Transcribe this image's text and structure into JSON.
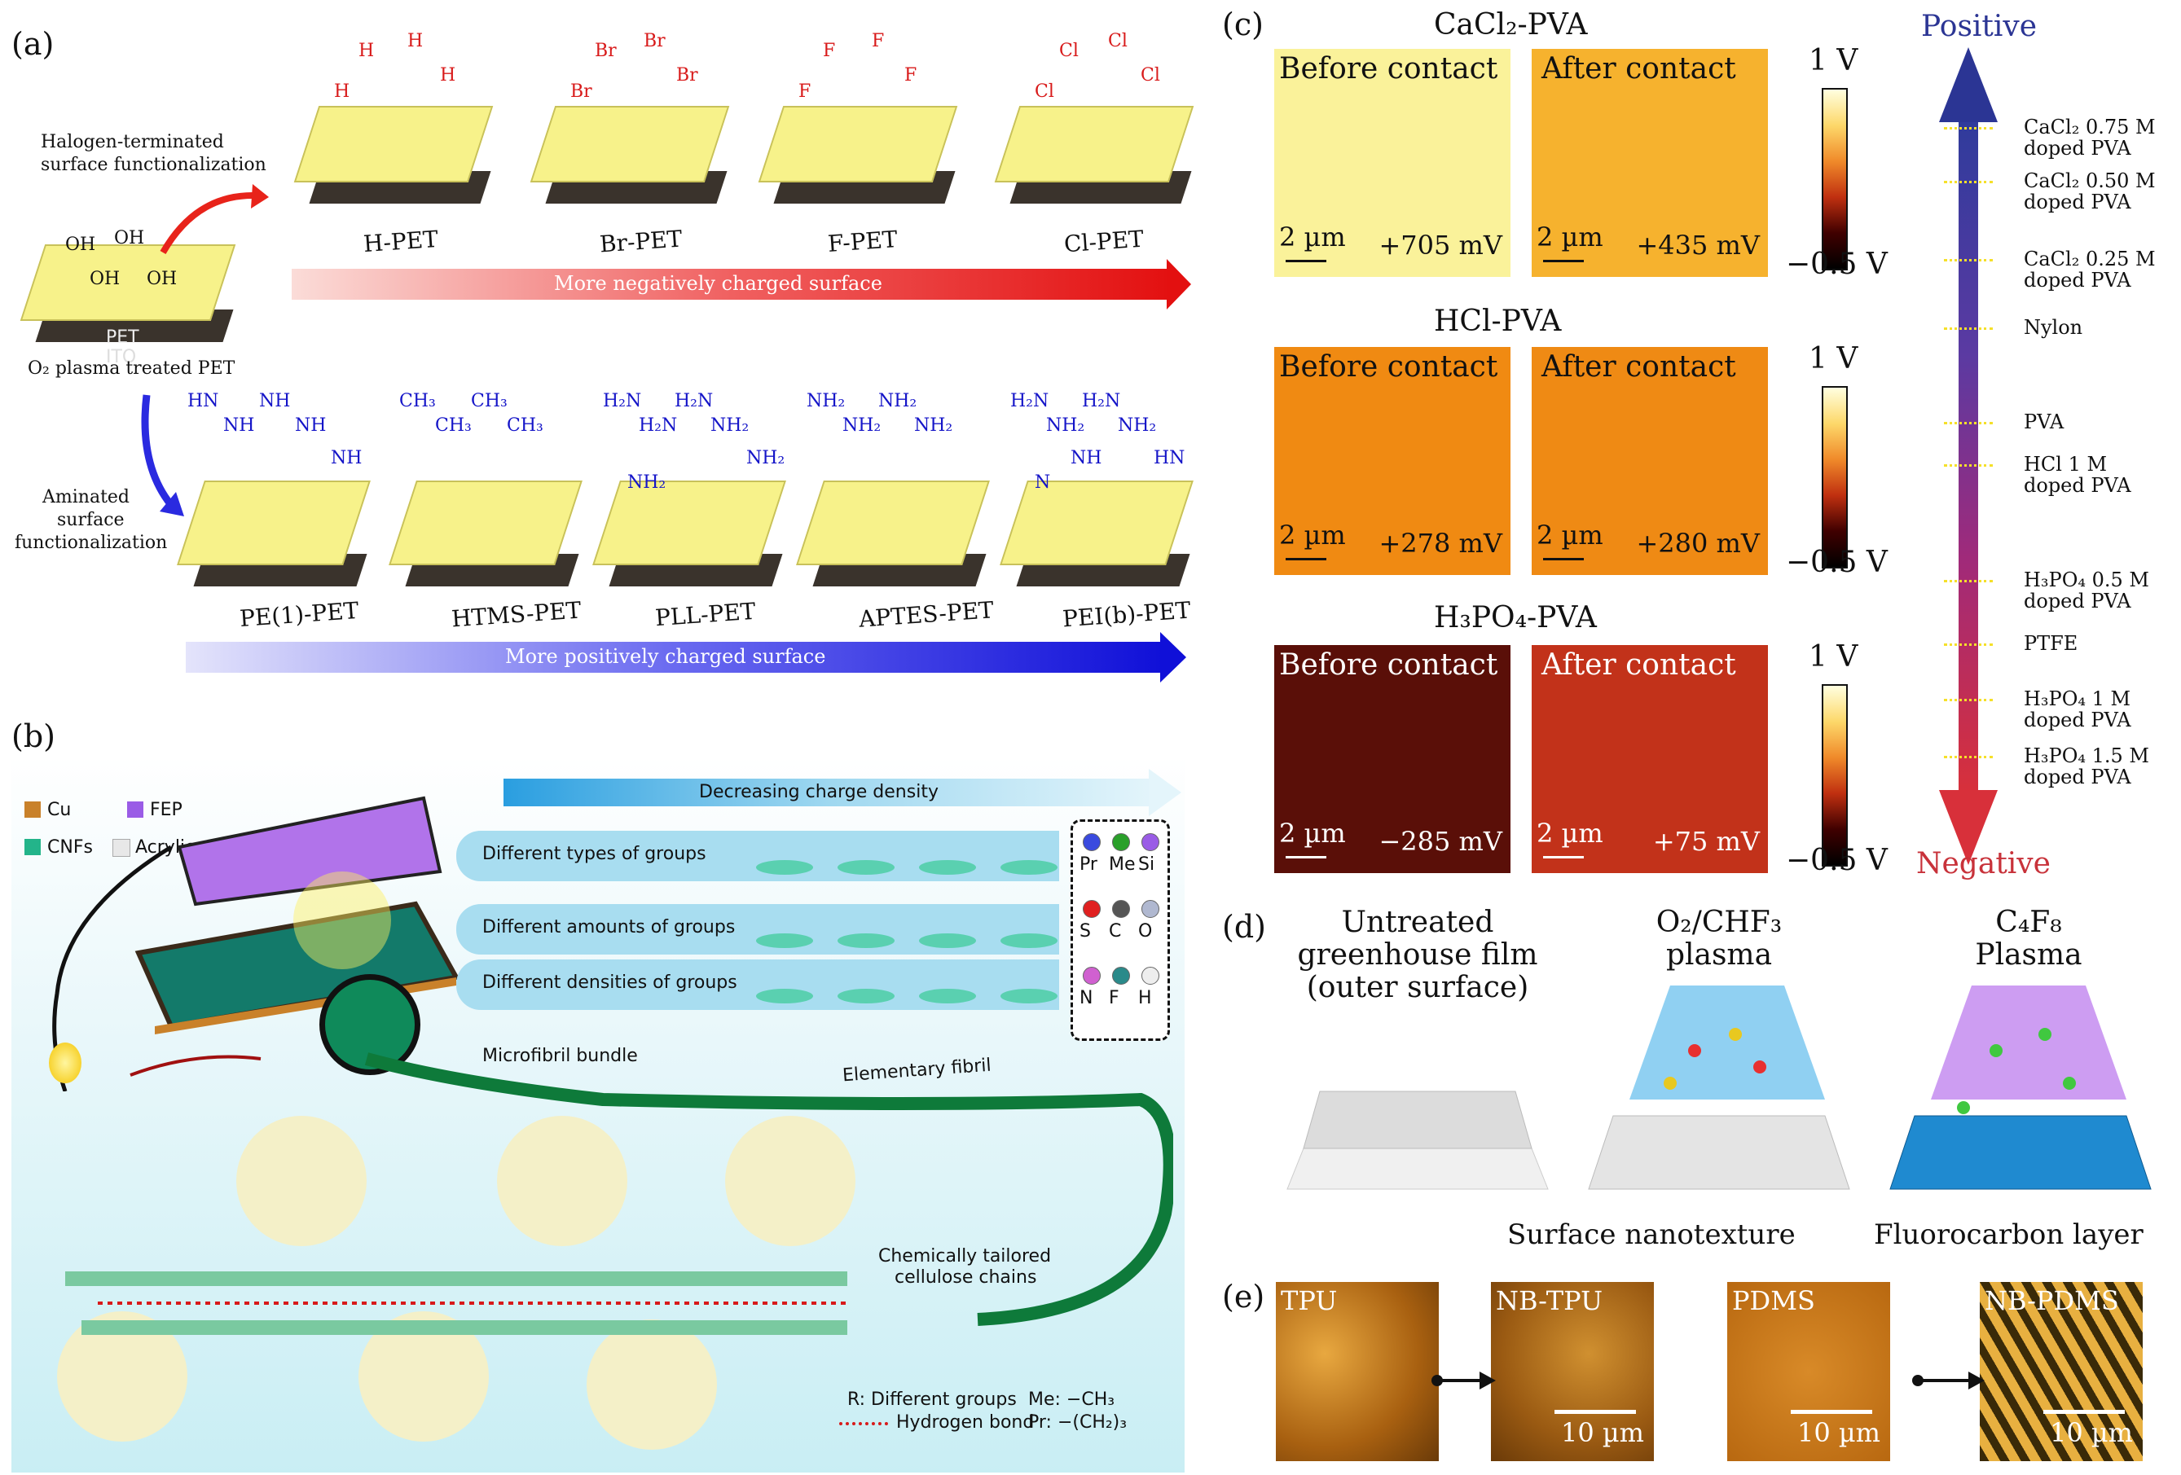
{
  "panel_a": {
    "label": "(a)",
    "halogen_caption_1": "Halogen-terminated",
    "halogen_caption_2": "surface functionalization",
    "amine_caption_1": "Aminated",
    "amine_caption_2": "surface",
    "amine_caption_3": "functionalization",
    "base_layers": [
      "PET",
      "ITO"
    ],
    "base_caption": "O₂ plasma treated PET",
    "oh_groups": [
      "OH",
      "OH",
      "OH",
      "OH"
    ],
    "top_row": [
      {
        "name": "H-PET",
        "atom": "H"
      },
      {
        "name": "Br-PET",
        "atom": "Br"
      },
      {
        "name": "F-PET",
        "atom": "F"
      },
      {
        "name": "Cl-PET",
        "atom": "Cl"
      }
    ],
    "bottom_row": [
      {
        "name": "PE(1)-PET",
        "groups": [
          "HN",
          "NH",
          "NH",
          "NH",
          "NH"
        ]
      },
      {
        "name": "HTMS-PET",
        "groups": [
          "CH₃",
          "CH₃",
          "CH₃",
          "CH₃"
        ]
      },
      {
        "name": "PLL-PET",
        "groups": [
          "H₂N",
          "H₂N",
          "H₂N",
          "NH₂",
          "NH₂",
          "NH₂"
        ]
      },
      {
        "name": "APTES-PET",
        "groups": [
          "NH₂",
          "NH₂",
          "NH₂",
          "NH₂"
        ]
      },
      {
        "name": "PEI(b)-PET",
        "groups": [
          "H₂N",
          "NH₂",
          "H₂N",
          "NH₂",
          "HN",
          "N",
          "NH"
        ]
      }
    ],
    "arrow_negative": "More negatively charged surface",
    "arrow_positive": "More positively charged surface"
  },
  "panel_b": {
    "label": "(b)",
    "legend": [
      "Cu",
      "FEP",
      "CNFs",
      "Acrylic"
    ],
    "decreasing": "Decreasing charge density",
    "rows": [
      "Different types of groups",
      "Different amounts of groups",
      "Different densities of groups"
    ],
    "atoms": [
      "Pr",
      "Me",
      "Si",
      "S",
      "C",
      "O",
      "N",
      "F",
      "H"
    ],
    "microfibril": "Microfibril bundle",
    "elementary": "Elementary fibril",
    "tailored_1": "Chemically tailored",
    "tailored_2": "cellulose chains",
    "note_r": "R: Different groups",
    "note_h": "Hydrogen bond",
    "note_me": "Me: −CH₃",
    "note_pr": "Pr: −(CH₂)₃"
  },
  "panel_c": {
    "label": "(c)",
    "max_v": "1 V",
    "min_v": "−0.5 V",
    "scale": "2 µm",
    "groups": [
      {
        "title": "CaCl₂-PVA",
        "before": "Before contact",
        "after": "After contact",
        "before_mv": "+705 mV",
        "after_mv": "+435 mV",
        "before_color": "#faf29a",
        "after_color": "#f6b22e"
      },
      {
        "title": "HCl-PVA",
        "before": "Before contact",
        "after": "After contact",
        "before_mv": "+278 mV",
        "after_mv": "+280 mV",
        "before_color": "#f08a12",
        "after_color": "#ef8a14"
      },
      {
        "title": "H₃PO₄-PVA",
        "before": "Before contact",
        "after": "After contact",
        "before_mv": "−285 mV",
        "after_mv": "+75 mV",
        "before_color": "#5a0f08",
        "after_color": "#c2321a"
      }
    ],
    "positive": "Positive",
    "negative": "Negative",
    "series": [
      [
        "CaCl₂ 0.75 M",
        "doped PVA"
      ],
      [
        "CaCl₂ 0.50 M",
        "doped PVA"
      ],
      [
        "CaCl₂ 0.25 M",
        "doped PVA"
      ],
      [
        "Nylon"
      ],
      [
        "PVA"
      ],
      [
        "HCl 1 M",
        "doped PVA"
      ],
      [
        "H₃PO₄ 0.5 M",
        "doped PVA"
      ],
      [
        "PTFE"
      ],
      [
        "H₃PO₄ 1 M",
        "doped PVA"
      ],
      [
        "H₃PO₄ 1.5 M",
        "doped PVA"
      ]
    ]
  },
  "panel_d": {
    "label": "(d)",
    "titles": [
      [
        "Untreated",
        "greenhouse film",
        "(outer surface)"
      ],
      [
        "O₂/CHF₃",
        "plasma"
      ],
      [
        "C₄F₈",
        "Plasma"
      ]
    ],
    "callouts": [
      "Surface nanotexture",
      "Fluorocarbon layer"
    ]
  },
  "panel_e": {
    "label": "(e)",
    "images": [
      {
        "title": "TPU",
        "scale": ""
      },
      {
        "title": "NB-TPU",
        "scale": "10 µm"
      },
      {
        "title": "PDMS",
        "scale": "10 µm"
      },
      {
        "title": "NB-PDMS",
        "scale": "10 µm"
      }
    ]
  }
}
